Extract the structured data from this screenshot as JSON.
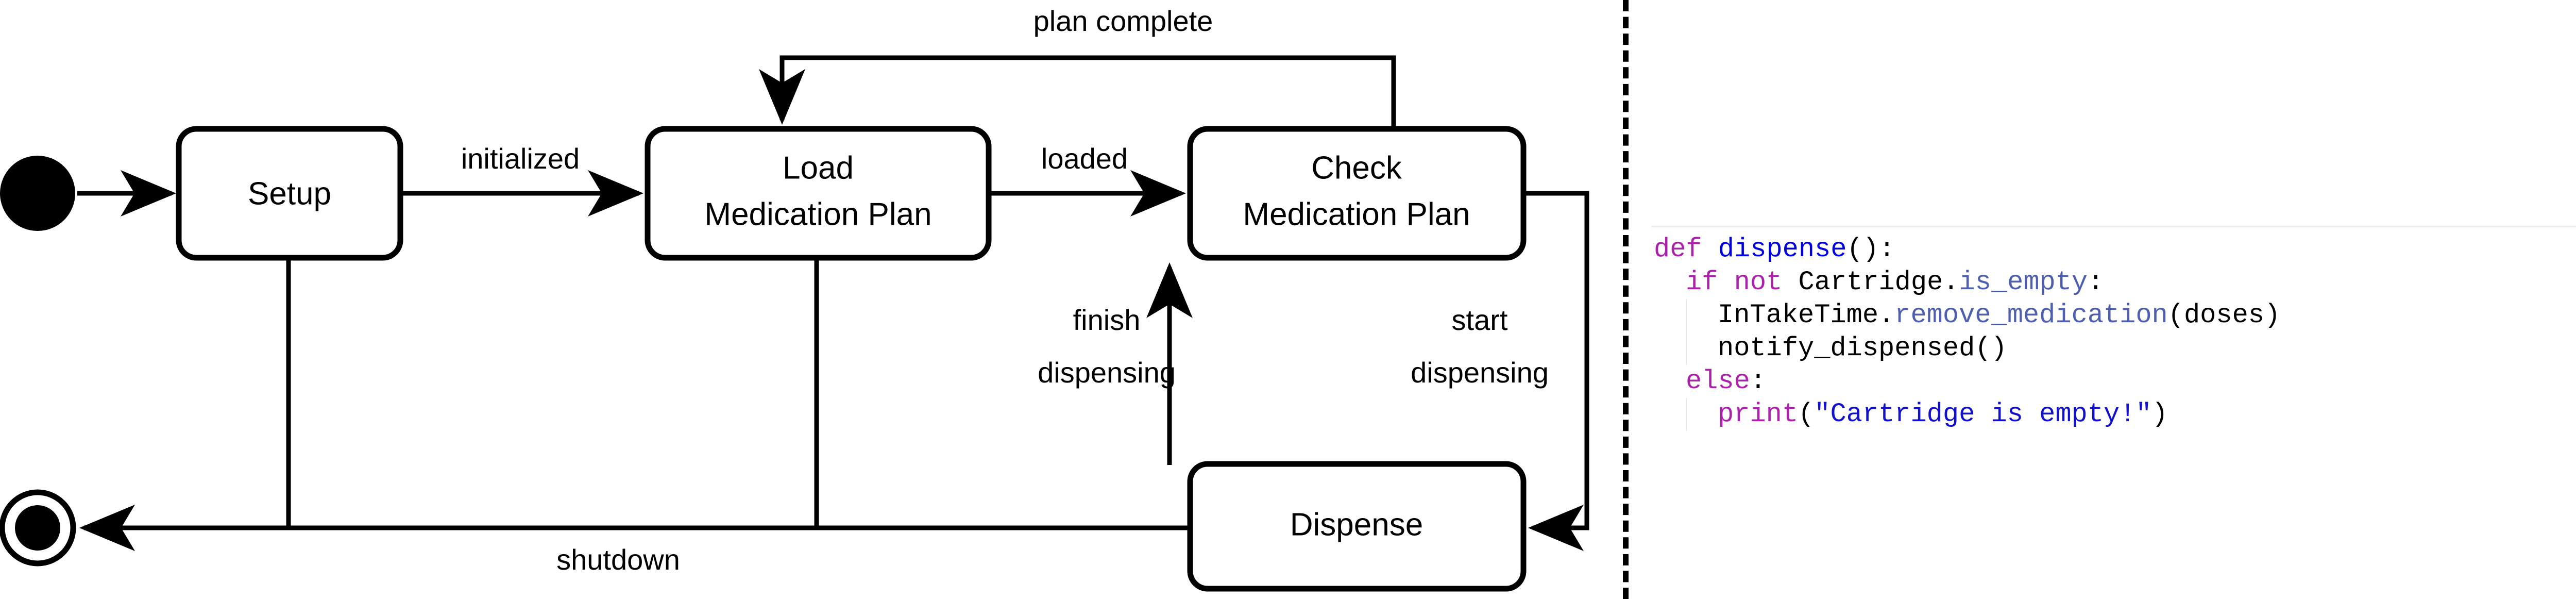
{
  "diagram": {
    "type": "uml-state-machine",
    "nodes": [
      {
        "id": "start",
        "kind": "initial-state",
        "label": ""
      },
      {
        "id": "setup",
        "kind": "state",
        "label": "Setup"
      },
      {
        "id": "load",
        "kind": "state",
        "label_line1": "Load",
        "label_line2": "Medication Plan"
      },
      {
        "id": "check",
        "kind": "state",
        "label_line1": "Check",
        "label_line2": "Medication Plan"
      },
      {
        "id": "dispense",
        "kind": "state",
        "label": "Dispense"
      },
      {
        "id": "end",
        "kind": "final-state",
        "label": ""
      }
    ],
    "transitions": [
      {
        "from": "start",
        "to": "setup",
        "label": ""
      },
      {
        "from": "setup",
        "to": "load",
        "label": "initialized"
      },
      {
        "from": "load",
        "to": "check",
        "label": "loaded"
      },
      {
        "from": "check",
        "to": "load",
        "label": "plan complete"
      },
      {
        "from": "check",
        "to": "dispense",
        "label_line1": "start",
        "label_line2": "dispensing"
      },
      {
        "from": "dispense",
        "to": "check",
        "label_line1": "finish",
        "label_line2": "dispensing"
      },
      {
        "from": "setup",
        "to": "end",
        "label": "shutdown"
      },
      {
        "from": "load",
        "to": "end",
        "label": "shutdown"
      },
      {
        "from": "dispense",
        "to": "end",
        "label": "shutdown"
      }
    ],
    "labels": {
      "initialized": "initialized",
      "loaded": "loaded",
      "plan_complete": "plan complete",
      "shutdown": "shutdown",
      "finish_1": "finish",
      "finish_2": "dispensing",
      "start_1": "start",
      "start_2": "dispensing"
    },
    "node_text": {
      "setup": "Setup",
      "load_1": "Load",
      "load_2": "Medication Plan",
      "check_1": "Check",
      "check_2": "Medication Plan",
      "dispense": "Dispense"
    },
    "stroke_color": "#000000",
    "fill_color": "#ffffff"
  },
  "divider": {
    "style": "dashed-vertical",
    "color": "#000000"
  },
  "code": {
    "language": "python",
    "colors": {
      "keyword": "#AA22AA",
      "function": "#0000DD",
      "method": "#4F5FAF",
      "string": "#1111CC",
      "plain": "#000000",
      "guide": "#e4e4e4",
      "rule": "#ededed"
    },
    "lines": [
      {
        "indent": 0,
        "guides": 0,
        "tokens": [
          {
            "t": "def ",
            "c": "kw"
          },
          {
            "t": "dispense",
            "c": "fn"
          },
          {
            "t": "():",
            "c": "pl"
          }
        ]
      },
      {
        "indent": 1,
        "guides": 0,
        "tokens": [
          {
            "t": "if not ",
            "c": "kw"
          },
          {
            "t": "Cartridge.",
            "c": "pl"
          },
          {
            "t": "is_empty",
            "c": "meth"
          },
          {
            "t": ":",
            "c": "pl"
          }
        ]
      },
      {
        "indent": 2,
        "guides": 1,
        "tokens": [
          {
            "t": "InTakeTime.",
            "c": "pl"
          },
          {
            "t": "remove_medication",
            "c": "meth"
          },
          {
            "t": "(doses)",
            "c": "pl"
          }
        ]
      },
      {
        "indent": 2,
        "guides": 1,
        "tokens": [
          {
            "t": "notify_dispensed()",
            "c": "pl"
          }
        ]
      },
      {
        "indent": 1,
        "guides": 0,
        "tokens": [
          {
            "t": "else",
            "c": "kw"
          },
          {
            "t": ":",
            "c": "pl"
          }
        ]
      },
      {
        "indent": 2,
        "guides": 1,
        "tokens": [
          {
            "t": "print",
            "c": "kw"
          },
          {
            "t": "(",
            "c": "pl"
          },
          {
            "t": "\"Cartridge is empty!\"",
            "c": "str"
          },
          {
            "t": ")",
            "c": "pl"
          }
        ]
      }
    ]
  }
}
